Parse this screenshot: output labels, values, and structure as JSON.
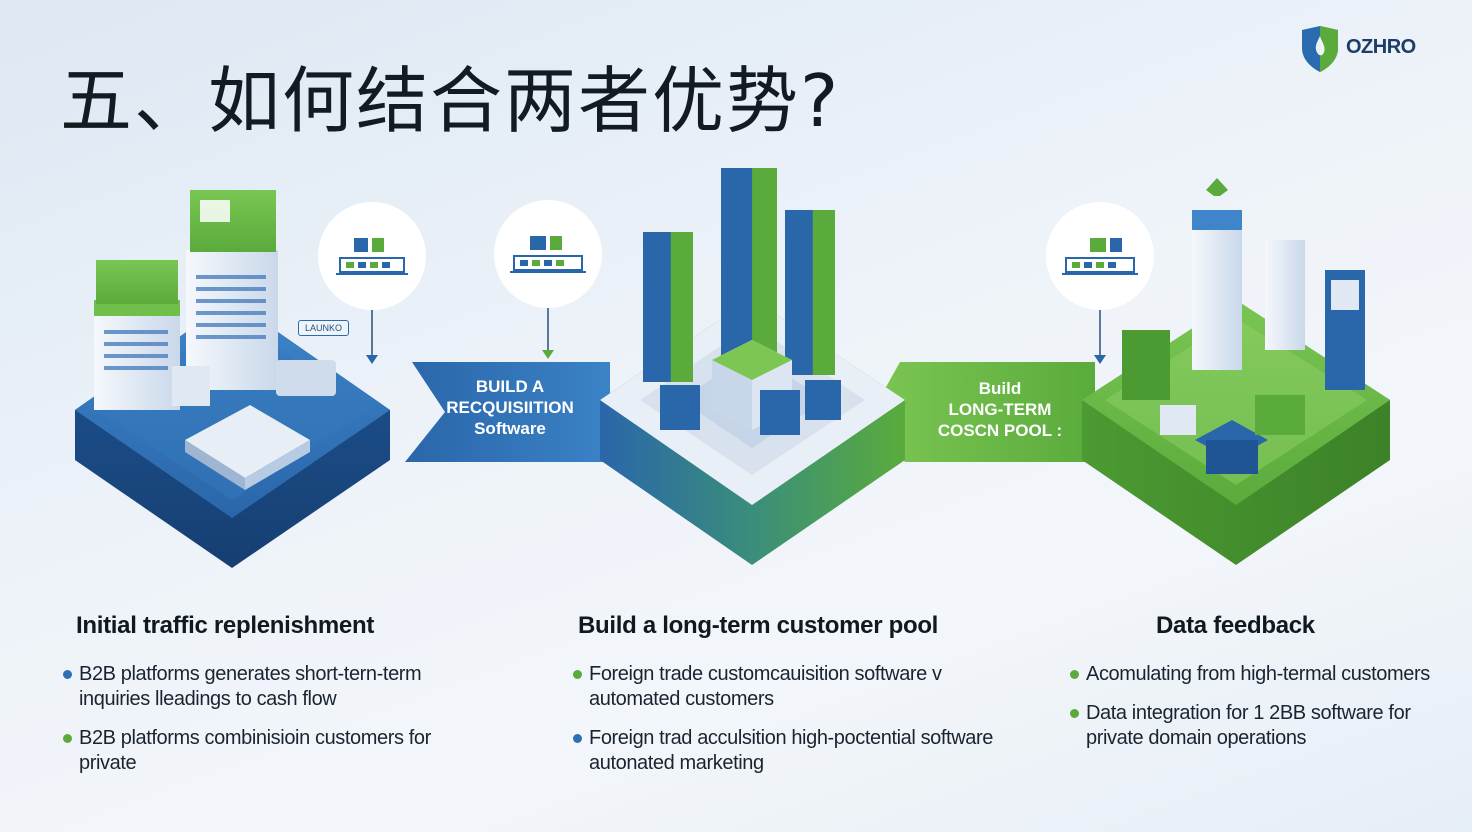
{
  "title": "五、如何结合两者优势?",
  "logo": {
    "text": "OZHRO"
  },
  "colors": {
    "blue": "#2f6fb3",
    "dark_blue": "#1d4f8c",
    "green": "#5aab3c",
    "light_green": "#7cc653",
    "bullet_blue": "#2f6fb3",
    "bullet_green": "#5aab3c"
  },
  "diagram": {
    "chip_label": "LAUNKO",
    "ribbon_1": {
      "lines": [
        "BUILD A",
        "RECQUISIITION",
        "Software"
      ]
    },
    "ribbon_2": {
      "lines": [
        "Build",
        "LONG-TERM",
        "COSCN POOL :"
      ]
    }
  },
  "columns": [
    {
      "heading": "Initial traffic replenishment",
      "bullets": [
        {
          "text": "B2B platforms generates short-tern-term inquiries lleadings to cash flow",
          "color": "blue"
        },
        {
          "text": "B2B platforms combinisioin customers for private",
          "color": "green"
        }
      ]
    },
    {
      "heading": "Build a long-term customer pool",
      "bullets": [
        {
          "text": "Foreign trade customcauisition software v automated customers",
          "color": "green"
        },
        {
          "text": "Foreign trad acculsition high-poctential software autonated marketing",
          "color": "blue"
        }
      ]
    },
    {
      "heading": "Data feedback",
      "bullets": [
        {
          "text": "Acomulating from high-termal customers",
          "color": "green"
        },
        {
          "text": "Data integration for 1 2BB software for private domain operations",
          "color": "green"
        }
      ]
    }
  ]
}
